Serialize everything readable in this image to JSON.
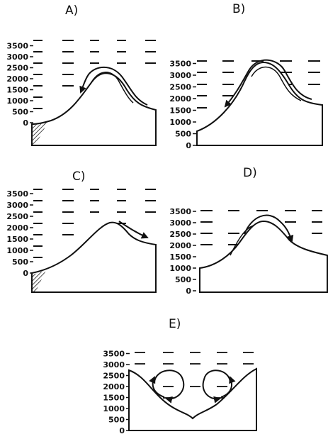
{
  "panels": [
    {
      "id": "A",
      "label": "A)",
      "ticks": [
        "3500",
        "3000",
        "2500",
        "2000",
        "1500",
        "1000",
        "500",
        "0"
      ]
    },
    {
      "id": "B",
      "label": "B)",
      "ticks": [
        "3500",
        "3000",
        "2500",
        "2000",
        "1500",
        "1000",
        "500",
        "0"
      ]
    },
    {
      "id": "C",
      "label": "C)",
      "ticks": [
        "3500",
        "3000",
        "2500",
        "2000",
        "1500",
        "1000",
        "500",
        "0"
      ]
    },
    {
      "id": "D",
      "label": "D)",
      "ticks": [
        "3500",
        "3000",
        "2500",
        "2000",
        "1500",
        "1000",
        "500",
        "0"
      ]
    },
    {
      "id": "E",
      "label": "E)",
      "ticks": [
        "3500",
        "3000",
        "2500",
        "2000",
        "1500",
        "1000",
        "500",
        "0"
      ]
    }
  ]
}
